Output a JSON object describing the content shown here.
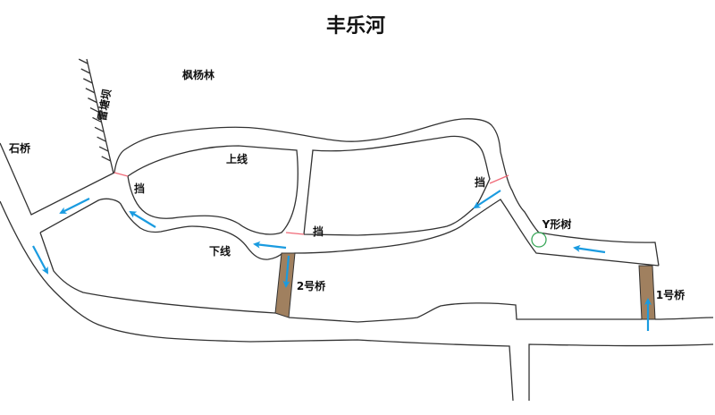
{
  "title": "丰乐河",
  "labels": {
    "maple_forest": "枫杨林",
    "stone_bridge": "石桥",
    "dam": "雷塘坝",
    "upper_line": "上线",
    "lower_line": "下线",
    "block_1": "挡",
    "block_2": "挡",
    "block_3": "挡",
    "bridge_2": "2号桥",
    "bridge_1": "1号桥",
    "y_tree": "Y形树"
  },
  "colors": {
    "arrow": "#1a9be0",
    "gate": "#f06a78",
    "bridge": "#a0805f",
    "tree": "#3aa85a"
  }
}
